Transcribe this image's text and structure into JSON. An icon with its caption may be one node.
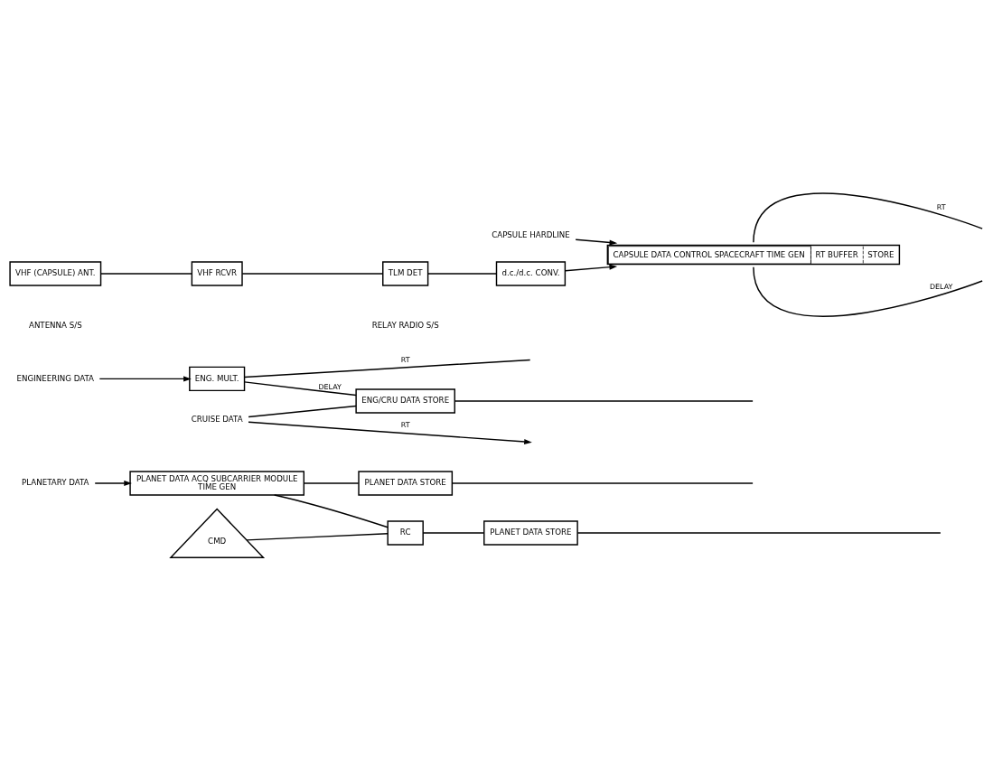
{
  "diagram": {
    "nodes": [
      {
        "text": [
          "PLANETARY DATA"
        ]
      },
      {
        "text": [
          "ENGINEERING DATA"
        ]
      },
      {
        "text": [
          "CRUISE DATA"
        ]
      },
      {
        "text": [
          "CAPSULE HARDLINE"
        ]
      },
      {
        "text": [
          "PLANET DATA ACQ SUBCARRIER MODULE",
          "TIME GEN"
        ]
      },
      {
        "text": [
          "PLANET DATA STORE"
        ]
      },
      {
        "text": [
          "CMD"
        ]
      },
      {
        "text": [
          "RC"
        ]
      },
      {
        "text": [
          "PLANET DATA STORE"
        ]
      },
      {
        "text": [
          "ENG. MULT."
        ]
      },
      {
        "text": [
          "ENG/CRU DATA STORE"
        ]
      },
      {
        "text": [
          "CAPSULE DATA CONTROL SPACECRAFT TIME GEN",
          "RT BUFFER",
          "STORE"
        ]
      },
      {
        "text": [
          "VHF (CAPSULE) ANT."
        ]
      },
      {
        "text": [
          "VHF RCVR"
        ]
      },
      {
        "text": [
          "TLM DET"
        ]
      },
      {
        "text": [
          "d.c./d.c. CONV."
        ]
      }
    ],
    "edges": [
      {
        "from": 0,
        "to": 4,
        "arrow": "to"
      },
      {
        "from": 1,
        "to": 9,
        "arrow": "to"
      },
      {
        "from": 2,
        "to": null,
        "arrow": "to",
        "label": "RT"
      },
      {
        "from": 3,
        "to": 11,
        "arrow": "to"
      },
      {
        "from": 4,
        "to": 5,
        "arrow": "none"
      },
      {
        "from": 4,
        "to": 7,
        "arrow": "none"
      },
      {
        "from": 6,
        "to": 7,
        "arrow": "none"
      },
      {
        "from": 7,
        "to": 8,
        "arrow": "none"
      },
      {
        "from": 9,
        "to": null,
        "arrow": "none",
        "label": "RT"
      },
      {
        "from": 9,
        "to": 10,
        "arrow": "none",
        "label": "DELAY"
      },
      {
        "from": 2,
        "to": 10,
        "arrow": "none"
      },
      {
        "from": 5,
        "to": null,
        "arrow": "none"
      },
      {
        "from": 8,
        "to": null,
        "arrow": "none"
      },
      {
        "from": 10,
        "to": null,
        "arrow": "none"
      },
      {
        "from": 11,
        "to": null,
        "arrow": "none",
        "label": "RT"
      },
      {
        "from": 11,
        "to": null,
        "arrow": "none",
        "label": "DELAY"
      },
      {
        "from": 12,
        "to": 13,
        "arrow": "none"
      },
      {
        "from": 13,
        "to": 14,
        "arrow": "none"
      },
      {
        "from": 14,
        "to": 15,
        "arrow": "none"
      },
      {
        "from": 15,
        "to": 11,
        "arrow": "to"
      }
    ],
    "labels": [
      "ANTENNA S/S",
      "RELAY RADIO S/S"
    ]
  }
}
